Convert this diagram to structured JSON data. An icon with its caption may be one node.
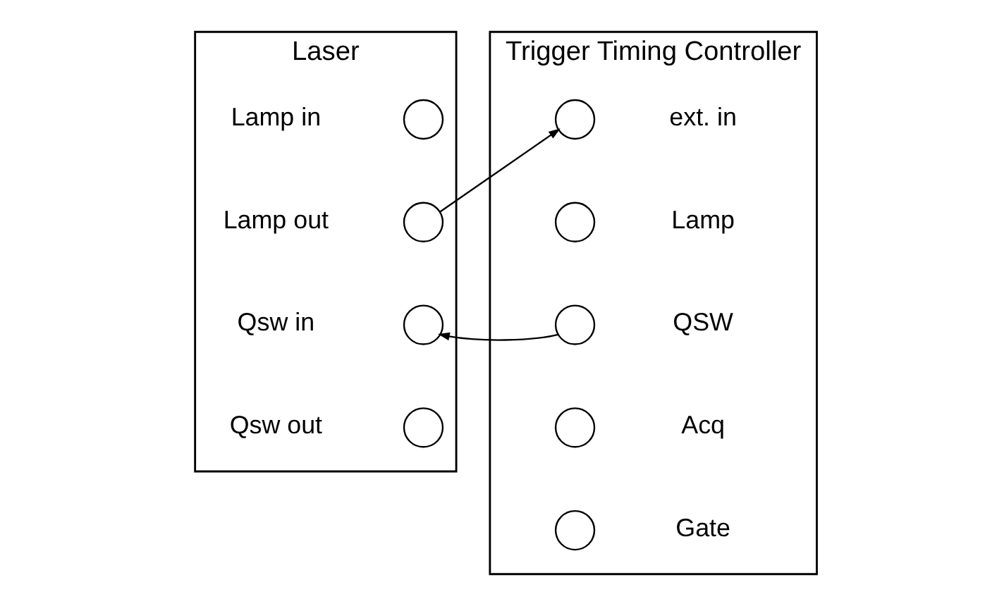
{
  "diagram": {
    "nodes": [
      {
        "text": [
          "Laser"
        ]
      },
      {
        "text": [],
        "shape": "circle",
        "in": 0,
        "beside": [
          "Lamp in"
        ]
      },
      {
        "text": [],
        "shape": "circle",
        "in": 0,
        "beside": [
          "Lamp out"
        ]
      },
      {
        "text": [],
        "shape": "circle",
        "in": 0,
        "beside": [
          "Qsw in"
        ]
      },
      {
        "text": [],
        "shape": "circle",
        "in": 0,
        "beside": [
          "Qsw out"
        ]
      },
      {
        "text": [
          "Trigger Timing Controller"
        ]
      },
      {
        "text": [],
        "shape": "circle",
        "in": 5,
        "beside": [
          "ext. in"
        ]
      },
      {
        "text": [],
        "shape": "circle",
        "in": 5,
        "beside": [
          "Lamp"
        ]
      },
      {
        "text": [],
        "shape": "circle",
        "in": 5,
        "beside": [
          "QSW"
        ]
      },
      {
        "text": [],
        "shape": "circle",
        "in": 5,
        "beside": [
          "Acq"
        ]
      },
      {
        "text": [],
        "shape": "circle",
        "in": 5,
        "beside": [
          "Gate"
        ]
      }
    ],
    "edges": [
      {
        "from": 2,
        "to": 6,
        "arrow": "to"
      },
      {
        "from": 8,
        "to": 3,
        "arrow": "to"
      }
    ]
  }
}
